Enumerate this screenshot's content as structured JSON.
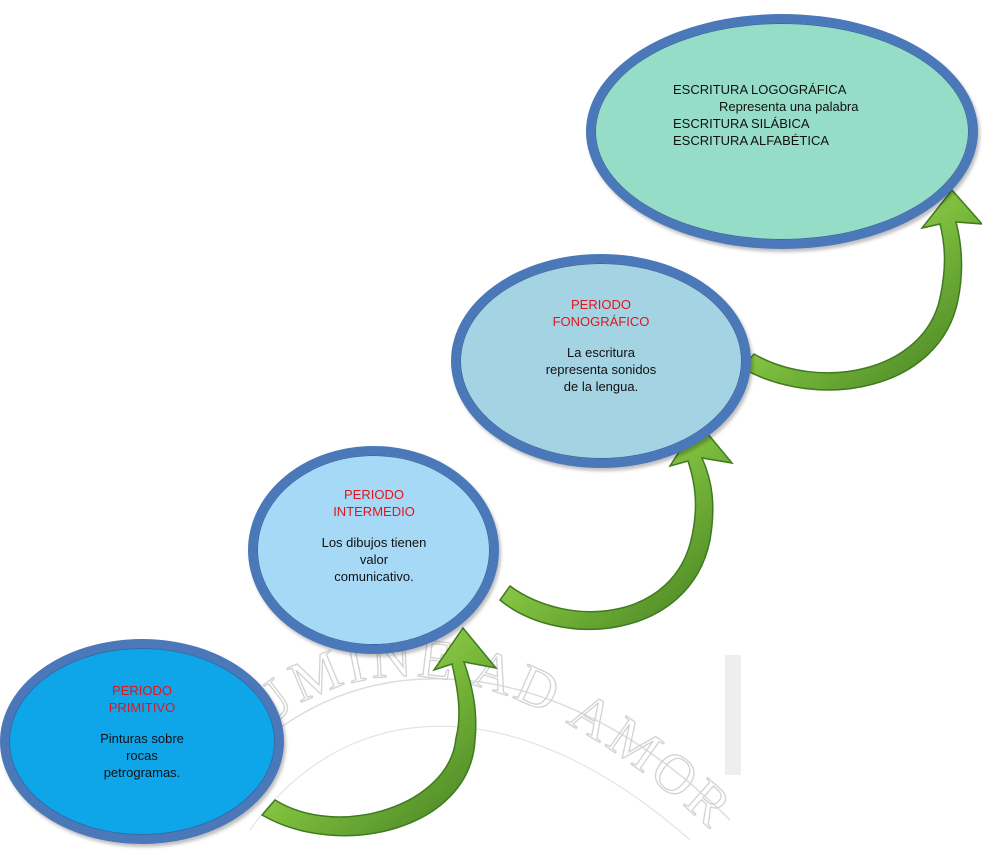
{
  "watermark": {
    "text": "LUMINE AD AMOR"
  },
  "nodes": {
    "primitive": {
      "title_line1": "PERIODO",
      "title_line2": "PRIMITIVO",
      "desc_line1": "Pinturas sobre",
      "desc_line2": "rocas",
      "desc_line3": "petrogramas."
    },
    "intermediate": {
      "title_line1": "PERIODO",
      "title_line2": "INTERMEDIO",
      "desc_line1": "Los dibujos tienen",
      "desc_line2": "valor",
      "desc_line3": "comunicativo."
    },
    "phonographic": {
      "title_line1": "PERIODO",
      "title_line2": "FONOGRÁFICO",
      "desc_line1": "La escritura",
      "desc_line2": "representa sonidos",
      "desc_line3": "de la lengua."
    },
    "writing": {
      "line1": "ESCRITURA LOGOGRÁFICA",
      "line2": "Representa una palabra",
      "line3": "ESCRITURA SILÁBICA",
      "line4": "ESCRITURA ALFABÉTICA"
    }
  },
  "colors": {
    "node_border": "#4a78b8",
    "title_red": "#e0151f",
    "arrow_green_dark": "#3f7a20",
    "arrow_green_light": "#b9e27a",
    "primitive_fill": "#0ea5e9",
    "intermediate_fill": "#a6d9f5",
    "phonographic_fill": "#a4d4e4",
    "writing_fill": "#96ddc7"
  },
  "arrows": [
    {
      "from": "primitive",
      "to": "intermediate"
    },
    {
      "from": "intermediate",
      "to": "phonographic"
    },
    {
      "from": "phonographic",
      "to": "writing"
    }
  ]
}
